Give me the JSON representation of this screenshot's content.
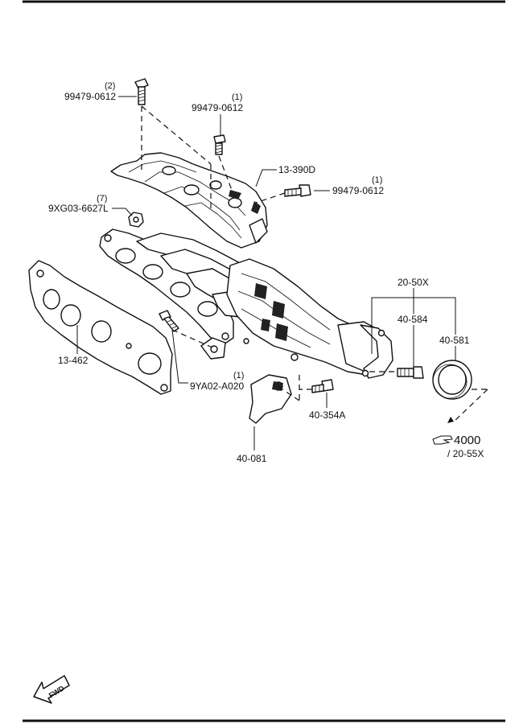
{
  "labels": {
    "bolt_top_left": "99479-0612",
    "bolt_top_left_qty": "(2)",
    "bolt_top_mid": "99479-0612",
    "bolt_top_mid_qty": "(1)",
    "heat_insulator": "13-390D",
    "bolt_right": "99479-0612",
    "bolt_right_qty": "(1)",
    "nut": "9XG03-6627L",
    "nut_qty": "(7)",
    "gasket": "13-462",
    "stud_bolt": "9YA02-A020",
    "stud_bolt_qty": "(1)",
    "bracket": "40-081",
    "bracket_bolt": "40-354A",
    "group": "20-50X",
    "stud": "40-584",
    "ring_gasket": "40-581",
    "ref_main": "4000",
    "ref_sub": "/ 20-55X",
    "fwd": "FWD"
  },
  "icons": {
    "reference": "pointing-hand-icon",
    "forward": "fwd-arrow-icon"
  }
}
